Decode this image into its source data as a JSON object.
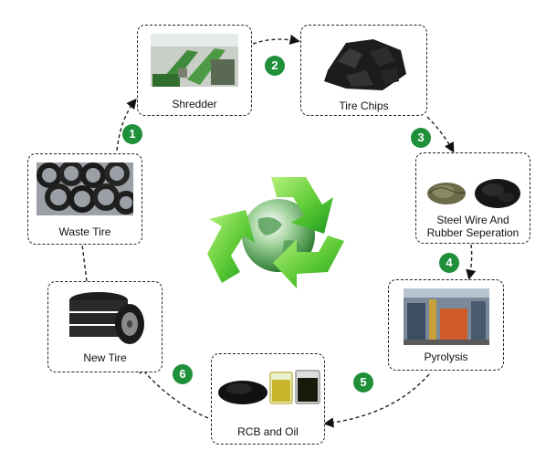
{
  "nodes": {
    "shredder": "Shredder",
    "tire_chips": "Tire Chips",
    "steel_wire_line1": "Steel Wire And",
    "steel_wire_line2": "Rubber  Seperation",
    "pyrolysis": "Pyrolysis",
    "rcb_oil": "RCB and Oil",
    "new_tire": "New Tire",
    "waste_tire": "Waste Tire"
  },
  "steps": [
    "1",
    "2",
    "3",
    "4",
    "5",
    "6"
  ],
  "colors": {
    "badge": "#1f8f3a",
    "recycle_light": "#7ee04a",
    "recycle_dark": "#1c9a22",
    "border": "#222222"
  },
  "icons": {
    "center": "recycle-globe-icon",
    "shredder": "shredder-machine-photo",
    "tire_chips": "rubber-chips-photo",
    "steel_wire": "steel-wire-photo",
    "rubber": "rubber-crumb-photo",
    "pyrolysis": "pyrolysis-plant-photo",
    "rcb": "carbon-black-photo",
    "oil": "oil-beakers-photo",
    "new_tire": "tire-stack-photo",
    "waste_tire": "waste-tire-pile-photo"
  }
}
